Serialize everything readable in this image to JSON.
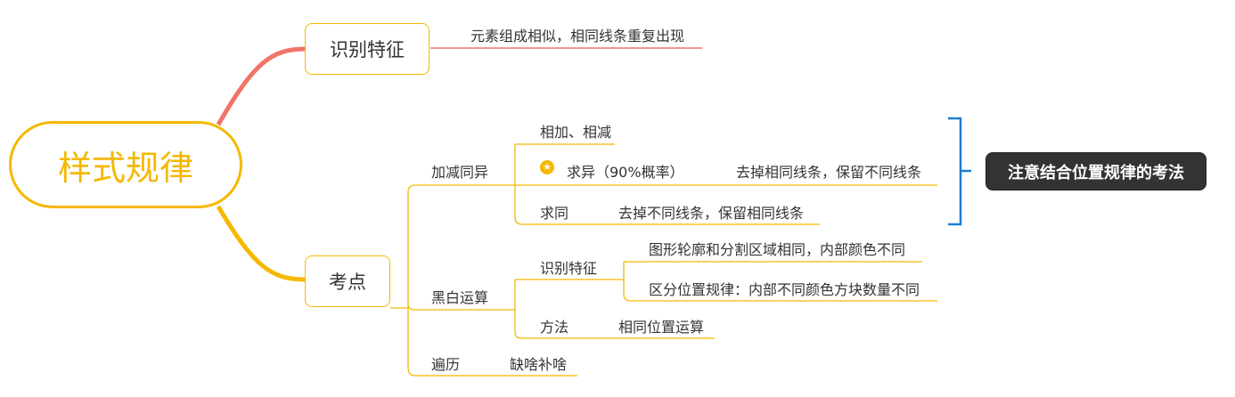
{
  "root": {
    "label": "样式规律"
  },
  "branch_identify": {
    "label": "识别特征",
    "child": "元素组成相似，相同线条重复出现"
  },
  "branch_exam": {
    "label": "考点",
    "add_subtract": {
      "label": "加减同异",
      "add": "相加、相减",
      "diff": {
        "label": "求异（90%概率）",
        "detail": "去掉相同线条，保留不同线条",
        "marker": "star-icon"
      },
      "same": {
        "label": "求同",
        "detail": "去掉不同线条，保留相同线条"
      }
    },
    "black_white": {
      "label": "黑白运算",
      "identify": {
        "label": "识别特征",
        "item1": "图形轮廓和分割区域相同，内部颜色不同",
        "item2": "区分位置规律：内部不同颜色方块数量不同"
      },
      "method": {
        "label": "方法",
        "detail": "相同位置运算"
      }
    },
    "traverse": {
      "label": "遍历",
      "detail": "缺啥补啥"
    }
  },
  "callout": {
    "label": "注意结合位置规律的考法"
  },
  "colors": {
    "accent": "#f5b800",
    "identify_branch": "#f07468",
    "bracket": "#1a7fd4",
    "callout_bg": "#333333"
  }
}
